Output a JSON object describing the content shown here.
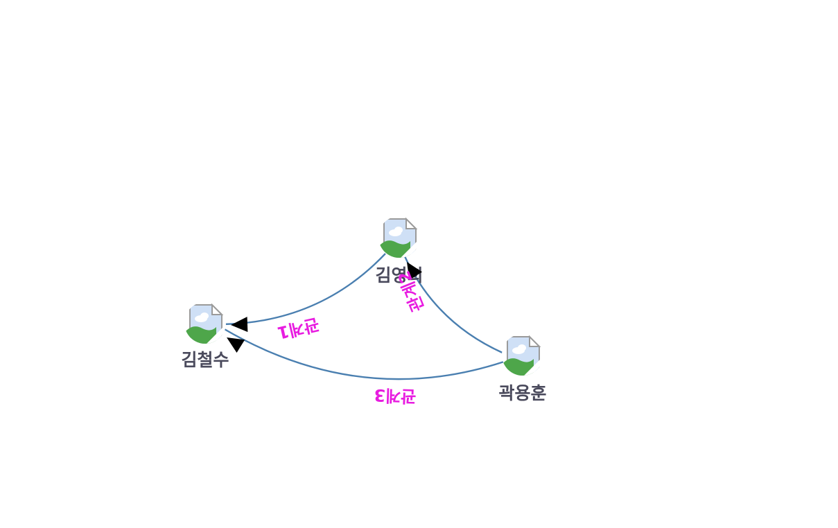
{
  "colors": {
    "edge": "#4a7fb0",
    "edge_label": "#e81ce0",
    "node_label": "#4a4a5c",
    "arrow": "#000000",
    "background": "#ffffff"
  },
  "node_icon": "broken-image-icon",
  "nodes": [
    {
      "id": "yh",
      "label": "김영희"
    },
    {
      "id": "cs",
      "label": "김철수"
    },
    {
      "id": "yhun",
      "label": "곽용훈"
    }
  ],
  "edges": [
    {
      "id": "e1",
      "from": "yh",
      "to": "cs",
      "label": "관계1"
    },
    {
      "id": "e2",
      "from": "yhun",
      "to": "yh",
      "label": "관계2"
    },
    {
      "id": "e3",
      "from": "yhun",
      "to": "cs",
      "label": "관계3"
    }
  ]
}
